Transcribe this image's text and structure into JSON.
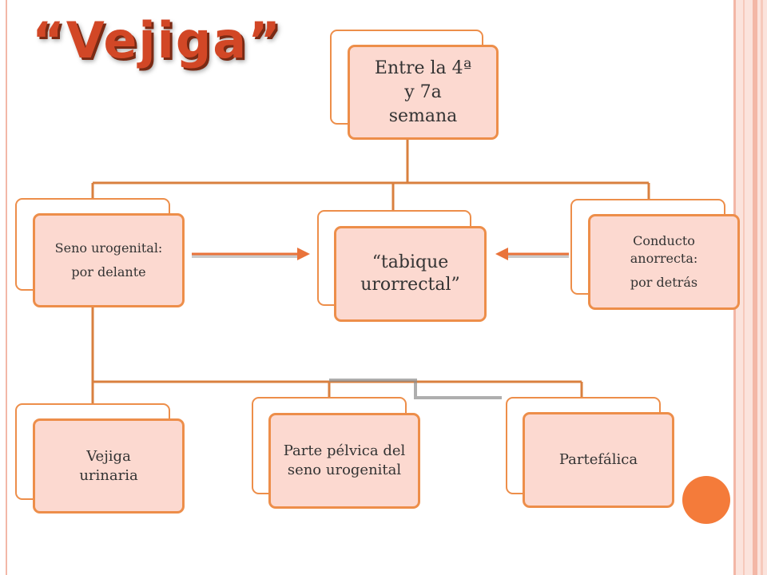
{
  "title": "“Vejiga”",
  "nodes": {
    "top": {
      "lines": [
        "Entre la 4ª",
        "y 7a",
        "semana"
      ]
    },
    "seno": {
      "line1": "Seno urogenital:",
      "line2": "por delante"
    },
    "tabique": {
      "text": "“tabique urorrectal”"
    },
    "conducto": {
      "line1": "Conducto anorrecta:",
      "line2": "por detrás"
    },
    "vejiga_urinaria": {
      "text": "Vejiga urinaria"
    },
    "parte_pelvica": {
      "text": "Parte pélvica del seno urogenital"
    },
    "parte_falica": {
      "text": "Partefálica"
    }
  },
  "colors": {
    "node_fill": "#fcd9d0",
    "node_border": "#ed8e4a",
    "connector": "#d9803f",
    "title": "#d24726",
    "accent_circle": "#f47b3a"
  }
}
